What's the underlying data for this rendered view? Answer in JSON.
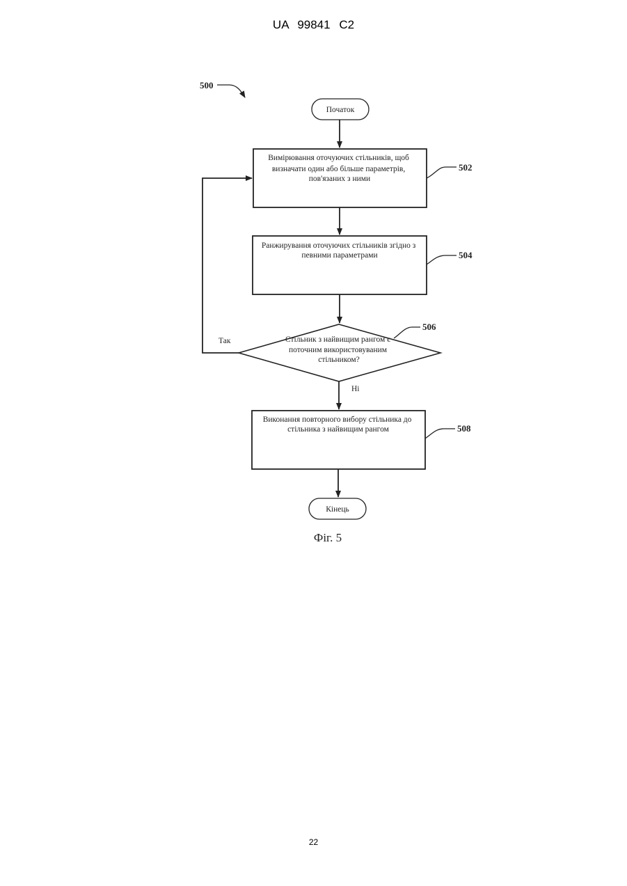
{
  "header": {
    "text": "UA   99841   C2"
  },
  "figure": {
    "ref_main": "500",
    "start_label": "Початок",
    "end_label": "Кінець",
    "step_502": {
      "ref": "502",
      "lines": [
        "Вимірювання оточуючих стільників, щоб",
        "визначати один або більше параметрів,",
        "пов'язаних з ними"
      ]
    },
    "step_504": {
      "ref": "504",
      "lines": [
        "Ранжирування оточуючих стільників згідно з",
        "певними параметрами"
      ]
    },
    "decision_506": {
      "ref": "506",
      "lines": [
        "Стільник з найвищим рангом є",
        "поточним використовуваним",
        "стільником?"
      ],
      "yes_label": "Так",
      "no_label": "Ні"
    },
    "step_508": {
      "ref": "508",
      "lines": [
        "Виконання повторного вибору стільника до",
        "стільника з найвищим рангом"
      ]
    },
    "caption": "Фіг. 5"
  },
  "page_number": "22"
}
